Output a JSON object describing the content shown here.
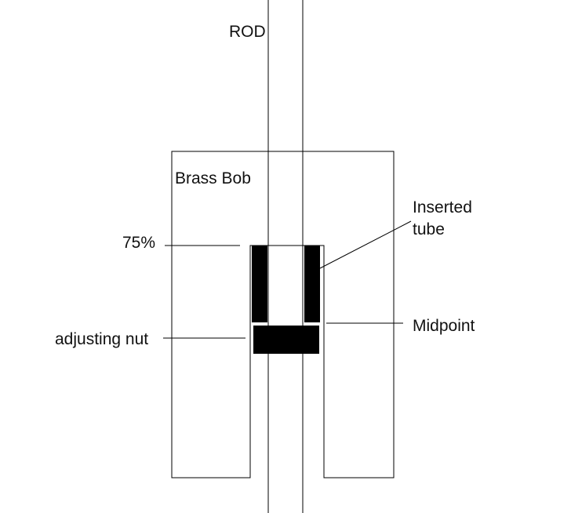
{
  "labels": {
    "rod": "ROD",
    "bob": "Brass Bob",
    "percent": "75%",
    "tube_line1": "Inserted",
    "tube_line2": "tube",
    "midpoint": "Midpoint",
    "nut": "adjusting nut"
  },
  "colors": {
    "stroke": "#000000",
    "fill": "#000000",
    "background": "#ffffff"
  }
}
